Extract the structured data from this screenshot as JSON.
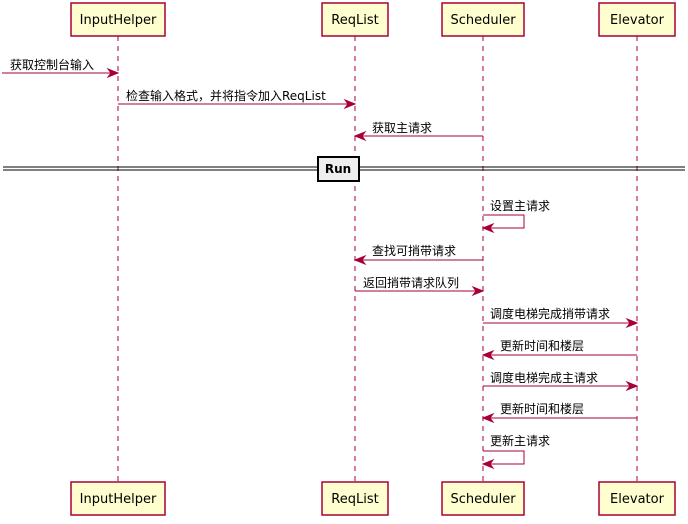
{
  "diagram": {
    "type": "sequence",
    "colors": {
      "participant_fill": "#FEFECE",
      "border": "#A80036",
      "divider_fill": "#EEEEEE"
    },
    "participants": [
      {
        "id": "inputhelper",
        "label": "InputHelper"
      },
      {
        "id": "reqlist",
        "label": "ReqList"
      },
      {
        "id": "scheduler",
        "label": "Scheduler"
      },
      {
        "id": "elevator",
        "label": "Elevator"
      }
    ],
    "messages": [
      {
        "from": "external",
        "to": "inputhelper",
        "label": "获取控制台输入"
      },
      {
        "from": "inputhelper",
        "to": "reqlist",
        "label": "检查输入格式，并将指令加入ReqList"
      },
      {
        "from": "scheduler",
        "to": "reqlist",
        "label": "获取主请求"
      },
      {
        "from": "scheduler",
        "to": "scheduler",
        "label": "设置主请求"
      },
      {
        "from": "scheduler",
        "to": "reqlist",
        "label": "查找可捎带请求"
      },
      {
        "from": "reqlist",
        "to": "scheduler",
        "label": "返回捎带请求队列"
      },
      {
        "from": "scheduler",
        "to": "elevator",
        "label": "调度电梯完成捎带请求"
      },
      {
        "from": "elevator",
        "to": "scheduler",
        "label": "更新时间和楼层"
      },
      {
        "from": "scheduler",
        "to": "elevator",
        "label": "调度电梯完成主请求"
      },
      {
        "from": "elevator",
        "to": "scheduler",
        "label": "更新时间和楼层"
      },
      {
        "from": "scheduler",
        "to": "scheduler",
        "label": "更新主请求"
      }
    ],
    "divider": {
      "label": "Run"
    }
  }
}
